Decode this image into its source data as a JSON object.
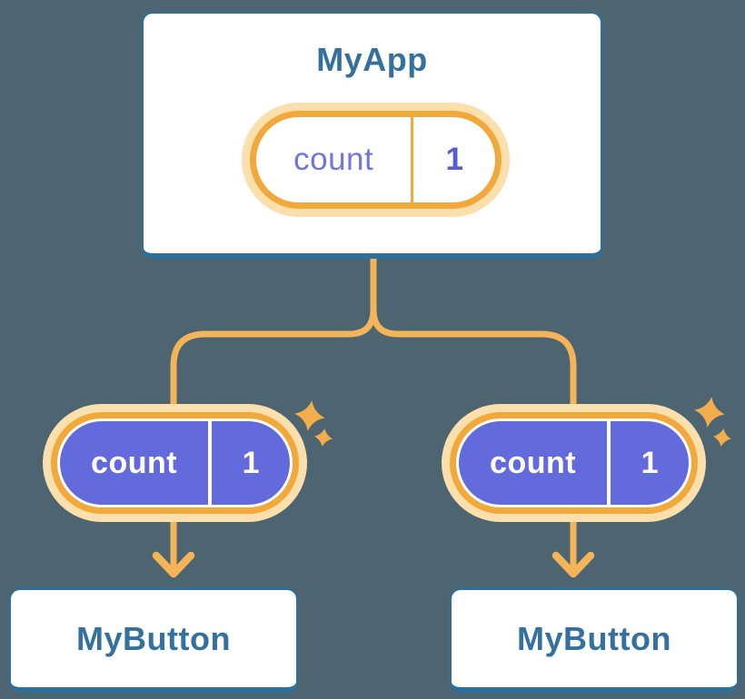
{
  "diagram": {
    "root": {
      "title": "MyApp",
      "state": {
        "name": "count",
        "value": "1"
      }
    },
    "children": [
      {
        "title": "MyButton",
        "state": {
          "name": "count",
          "value": "1"
        }
      },
      {
        "title": "MyButton",
        "state": {
          "name": "count",
          "value": "1"
        }
      }
    ],
    "icons": {
      "sparkle": "four-point-star"
    },
    "colors": {
      "background": "#4D6570",
      "card_border": "#2E709D",
      "card_text": "#35719F",
      "pill_border": "#F2A93C",
      "pill_halo": "#FBDFAC",
      "pill_fill": "#636ADB",
      "pill_name_text": "#6F76E0",
      "pill_value_text": "#545CD9",
      "pill_solid_text": "#FFFFFF",
      "connector": "#F5B458",
      "sparkle": "#F3AD4D"
    }
  }
}
